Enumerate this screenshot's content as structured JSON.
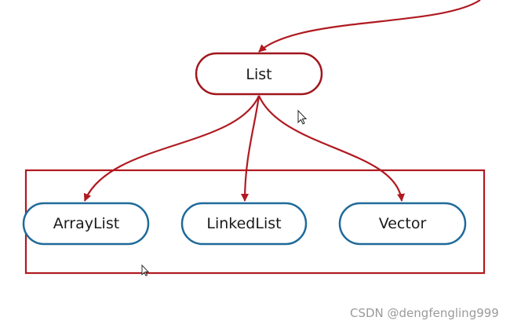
{
  "diagram": {
    "parent": {
      "label": "List"
    },
    "children": [
      {
        "label": "ArrayList"
      },
      {
        "label": "LinkedList"
      },
      {
        "label": "Vector"
      }
    ]
  },
  "colors": {
    "parent_border": "#a0161c",
    "child_border": "#1f6a99",
    "arrow": "#b01a21",
    "frame": "#b01a21"
  },
  "watermark": "CSDN @dengfengling999"
}
